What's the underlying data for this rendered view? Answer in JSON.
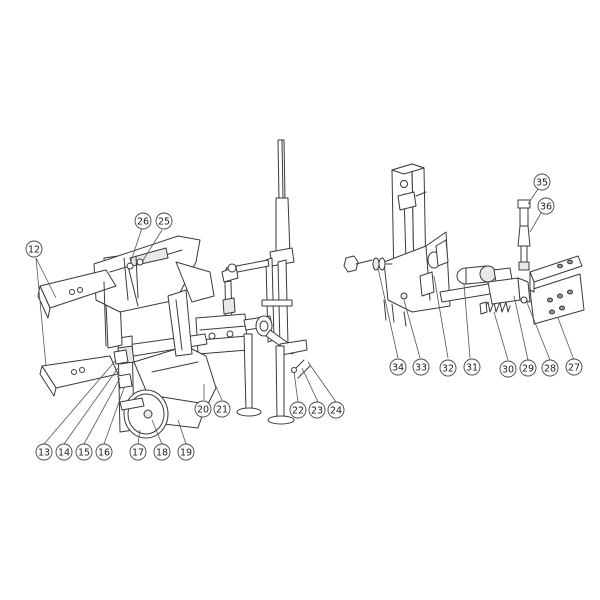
{
  "colors": {
    "line": "#3a3a3a",
    "background": "#ffffff",
    "shade": "#e9e9e9"
  },
  "callouts": {
    "c12": "12",
    "c13": "13",
    "c14": "14",
    "c15": "15",
    "c16": "16",
    "c17": "17",
    "c18": "18",
    "c19": "19",
    "c20": "20",
    "c21": "21",
    "c22": "22",
    "c23": "23",
    "c24": "24",
    "c25": "25",
    "c26": "26",
    "c27": "27",
    "c28": "28",
    "c29": "29",
    "c30": "30",
    "c31": "31",
    "c32": "32",
    "c33": "33",
    "c34": "34",
    "c35": "35",
    "c36": "36"
  }
}
